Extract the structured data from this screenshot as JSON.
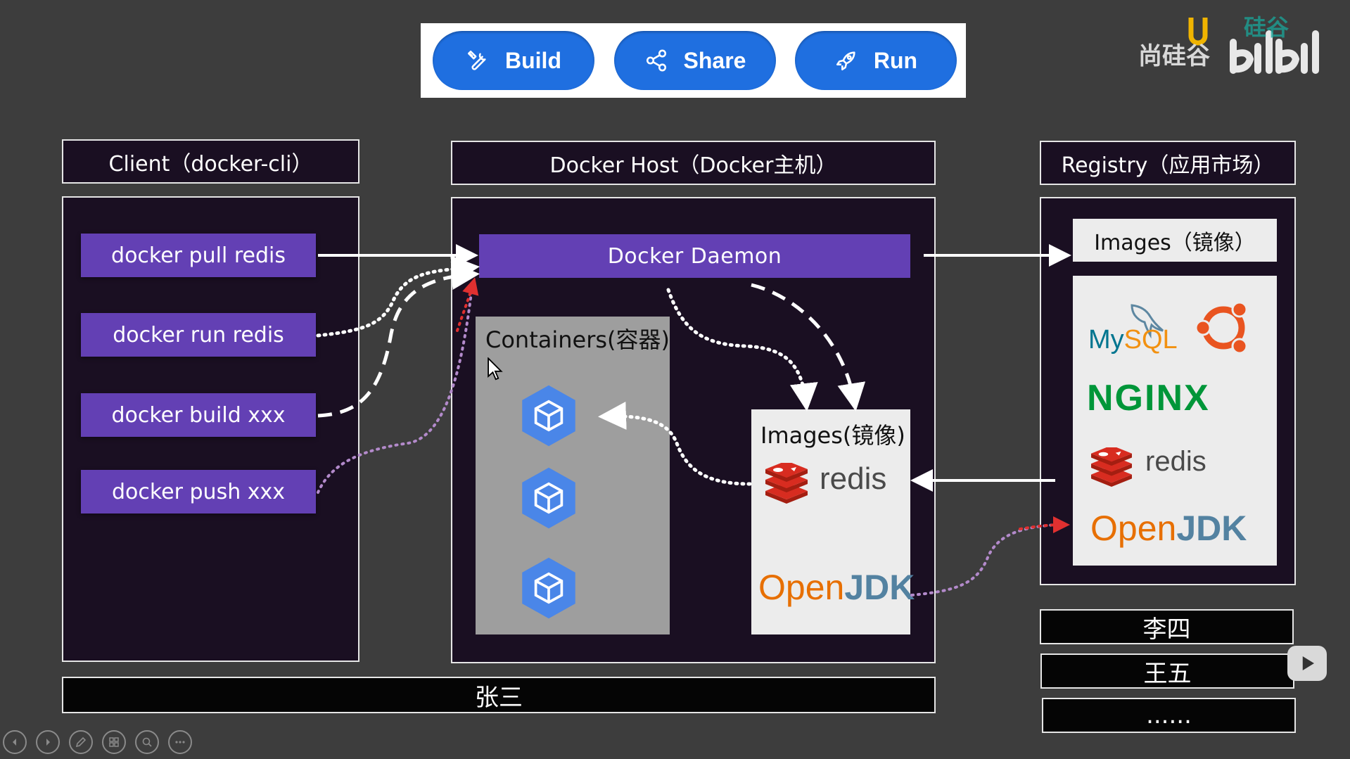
{
  "toolbar": {
    "build_label": "Build",
    "share_label": "Share",
    "run_label": "Run"
  },
  "watermark": {
    "brand_text": "尚硅谷"
  },
  "client": {
    "header": "Client（docker-cli）",
    "commands": [
      "docker pull redis",
      "docker run redis",
      "docker build xxx",
      "docker push xxx"
    ]
  },
  "host": {
    "header": "Docker Host（Docker主机）",
    "daemon_label": "Docker  Daemon",
    "containers_label": "Containers(容器)",
    "images_label": "Images(镜像)",
    "image_logos": [
      "redis",
      "OpenJDK"
    ]
  },
  "registry": {
    "header": "Registry（应用市场）",
    "images_label": "Images（镜像）",
    "logos": [
      "MySQL",
      "NGINX",
      "redis",
      "OpenJDK"
    ]
  },
  "users": {
    "zhangsan": "张三",
    "lisi": "李四",
    "wangwu": "王五",
    "more": "......"
  },
  "colors": {
    "background": "#3d3d3d",
    "panel": "#1a0f22",
    "command": "#6340b4",
    "pill": "#1f6fe0",
    "hexagon": "#4a86e8",
    "ubuntu": "#e95420",
    "nginx": "#009639",
    "redis": "#d82c20",
    "openjdk_orange": "#e76f00",
    "openjdk_blue": "#5382a1"
  },
  "icons": [
    "wrench-icon",
    "share-icon",
    "rocket-icon",
    "container-hexagon-icon",
    "mysql-dolphin-icon",
    "ubuntu-icon",
    "redis-icon",
    "play-icon"
  ]
}
